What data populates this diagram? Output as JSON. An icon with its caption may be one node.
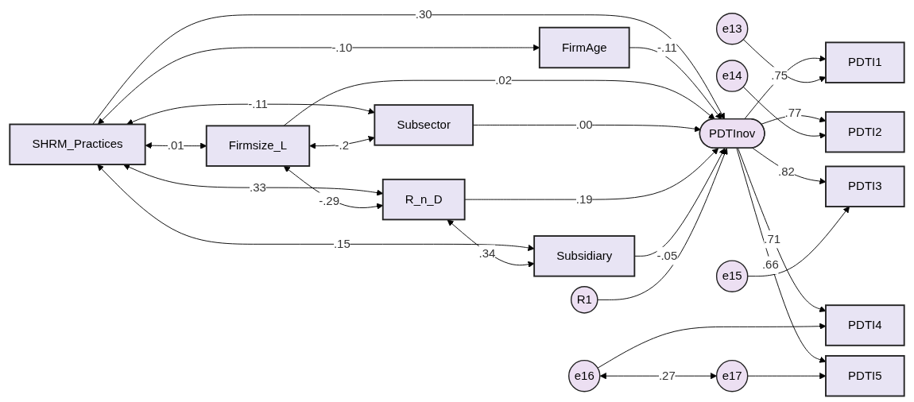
{
  "diagram": {
    "nodes": [
      {
        "text": [
          "SHRM_Practices"
        ]
      },
      {
        "text": [
          "FirmAge"
        ]
      },
      {
        "text": [
          "Firmsize_L"
        ]
      },
      {
        "text": [
          "Subsector"
        ]
      },
      {
        "text": [
          "R_n_D"
        ]
      },
      {
        "text": [
          "Subsidiary"
        ]
      },
      {
        "text": [
          "R1"
        ]
      },
      {
        "text": [
          "PDTInov"
        ]
      },
      {
        "text": [
          "PDTI1"
        ]
      },
      {
        "text": [
          "PDTI2"
        ]
      },
      {
        "text": [
          "PDTI3"
        ]
      },
      {
        "text": [
          "PDTI4"
        ]
      },
      {
        "text": [
          "PDTI5"
        ]
      },
      {
        "text": [
          "e13"
        ]
      },
      {
        "text": [
          "e14"
        ]
      },
      {
        "text": [
          "e15"
        ]
      },
      {
        "text": [
          "e16"
        ]
      },
      {
        "text": [
          "e17"
        ]
      }
    ],
    "edges": [
      {
        "from": 0,
        "to": 7,
        "arrow": "to",
        "label": ".30"
      },
      {
        "from": 0,
        "to": 1,
        "arrow": "both",
        "label": "-.10"
      },
      {
        "from": 0,
        "to": 2,
        "arrow": "both",
        "label": ".01"
      },
      {
        "from": 0,
        "to": 3,
        "arrow": "both",
        "label": "-.11"
      },
      {
        "from": 0,
        "to": 4,
        "arrow": "both",
        "label": ".33"
      },
      {
        "from": 0,
        "to": 5,
        "arrow": "both",
        "label": ".15"
      },
      {
        "from": 2,
        "to": 3,
        "arrow": "both",
        "label": "-.2"
      },
      {
        "from": 2,
        "to": 4,
        "arrow": "both",
        "label": "-.29"
      },
      {
        "from": 4,
        "to": 5,
        "arrow": "both",
        "label": ".34"
      },
      {
        "from": 1,
        "to": 7,
        "arrow": "to",
        "label": "-.11"
      },
      {
        "from": 2,
        "to": 7,
        "arrow": "to",
        "label": ".02"
      },
      {
        "from": 3,
        "to": 7,
        "arrow": "to",
        "label": ".00"
      },
      {
        "from": 4,
        "to": 7,
        "arrow": "to",
        "label": ".19"
      },
      {
        "from": 5,
        "to": 7,
        "arrow": "to",
        "label": "-.05"
      },
      {
        "from": 6,
        "to": 7,
        "arrow": "to"
      },
      {
        "from": 7,
        "to": 8,
        "arrow": "to",
        "label": ".75"
      },
      {
        "from": 7,
        "to": 9,
        "arrow": "to",
        "label": ".77"
      },
      {
        "from": 7,
        "to": 10,
        "arrow": "to",
        "label": ".82"
      },
      {
        "from": 7,
        "to": 11,
        "arrow": "to",
        "label": ".71"
      },
      {
        "from": 7,
        "to": 12,
        "arrow": "to",
        "label": ".66"
      },
      {
        "from": 13,
        "to": 8,
        "arrow": "to"
      },
      {
        "from": 14,
        "to": 9,
        "arrow": "to"
      },
      {
        "from": 15,
        "to": 10,
        "arrow": "to"
      },
      {
        "from": 16,
        "to": 11,
        "arrow": "to"
      },
      {
        "from": 17,
        "to": 12,
        "arrow": "to"
      },
      {
        "from": 16,
        "to": 17,
        "arrow": "both",
        "label": ".27"
      }
    ]
  }
}
